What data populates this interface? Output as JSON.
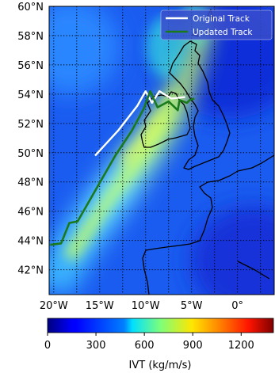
{
  "map": {
    "region": "North Atlantic / Ireland and Great Britain",
    "lat_labels": [
      "60°N",
      "58°N",
      "56°N",
      "54°N",
      "52°N",
      "50°N",
      "48°N",
      "46°N",
      "44°N",
      "42°N"
    ],
    "lat_values": [
      60,
      58,
      56,
      54,
      52,
      50,
      48,
      46,
      44,
      42
    ],
    "lon_labels": [
      "20°W",
      "15°W",
      "10°W",
      "5°W",
      "0°"
    ],
    "lon_values": [
      -20,
      -15,
      -10,
      -5,
      0
    ],
    "lon_range": [
      -20.5,
      4.0
    ],
    "lat_range": [
      40.3,
      60.0
    ],
    "gridlines": "dotted",
    "tracks": [
      {
        "name": "Original Track",
        "color": "#ffffff",
        "points": [
          [
            -15.5,
            49.8
          ],
          [
            -13.0,
            51.5
          ],
          [
            -10.9,
            53.2
          ],
          [
            -10.0,
            54.2
          ],
          [
            -9.3,
            53.4
          ],
          [
            -8.5,
            54.2
          ],
          [
            -7.2,
            53.7
          ],
          [
            -5.7,
            53.8
          ]
        ]
      },
      {
        "name": "Updated Track",
        "color": "#1a7a1a",
        "points": [
          [
            -20.4,
            43.7
          ],
          [
            -19.2,
            43.8
          ],
          [
            -18.3,
            45.2
          ],
          [
            -17.4,
            45.3
          ],
          [
            -13.3,
            49.8
          ],
          [
            -11.5,
            51.5
          ],
          [
            -10.2,
            53.0
          ],
          [
            -9.5,
            54.2
          ],
          [
            -8.7,
            53.1
          ],
          [
            -7.5,
            53.5
          ],
          [
            -6.5,
            52.9
          ],
          [
            -6.3,
            53.6
          ],
          [
            -5.5,
            53.4
          ],
          [
            -5.2,
            53.6
          ],
          [
            -4.7,
            53.7
          ]
        ]
      }
    ],
    "legend_position": "top-right"
  },
  "colorbar": {
    "label": "IVT (kg/m/s)",
    "ticks": [
      "0",
      "300",
      "600",
      "900",
      "1200"
    ],
    "tick_values": [
      0,
      300,
      600,
      900,
      1200
    ],
    "range": [
      0,
      1400
    ],
    "colormap": "jet"
  }
}
